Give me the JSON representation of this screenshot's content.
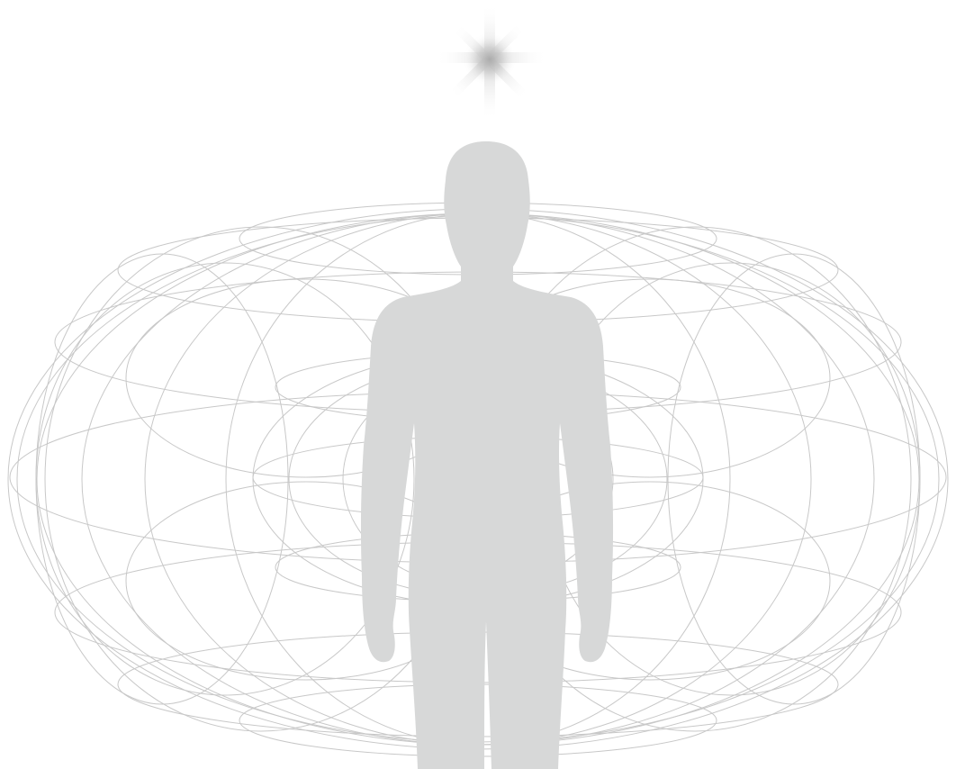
{
  "illustration": {
    "colors": {
      "background": "#ffffff",
      "field_lines": "#c8c8c8",
      "silhouette": "#d7d8d8",
      "star_glow": "#bdbdbd"
    },
    "elements": {
      "field": "toroidal-energy-field",
      "figure": "human-silhouette",
      "light": "radiant-star"
    }
  }
}
